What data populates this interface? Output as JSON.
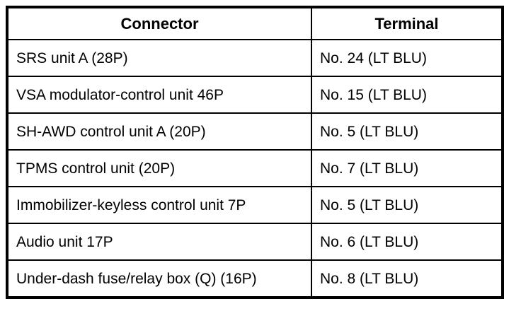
{
  "table": {
    "headers": {
      "connector": "Connector",
      "terminal": "Terminal"
    },
    "rows": [
      {
        "connector": "SRS unit A (28P)",
        "terminal": "No. 24 (LT BLU)"
      },
      {
        "connector": "VSA modulator-control unit 46P",
        "terminal": "No. 15 (LT BLU)"
      },
      {
        "connector": "SH-AWD control unit A (20P)",
        "terminal": "No. 5 (LT BLU)"
      },
      {
        "connector": "TPMS control unit (20P)",
        "terminal": "No. 7 (LT BLU)"
      },
      {
        "connector": "Immobilizer-keyless control unit 7P",
        "terminal": "No. 5 (LT BLU)"
      },
      {
        "connector": "Audio unit 17P",
        "terminal": "No. 6 (LT BLU)"
      },
      {
        "connector": "Under-dash fuse/relay box (Q) (16P)",
        "terminal": "No. 8 (LT BLU)"
      }
    ],
    "colors": {
      "border": "#000000",
      "text": "#000000",
      "background": "#ffffff"
    }
  }
}
